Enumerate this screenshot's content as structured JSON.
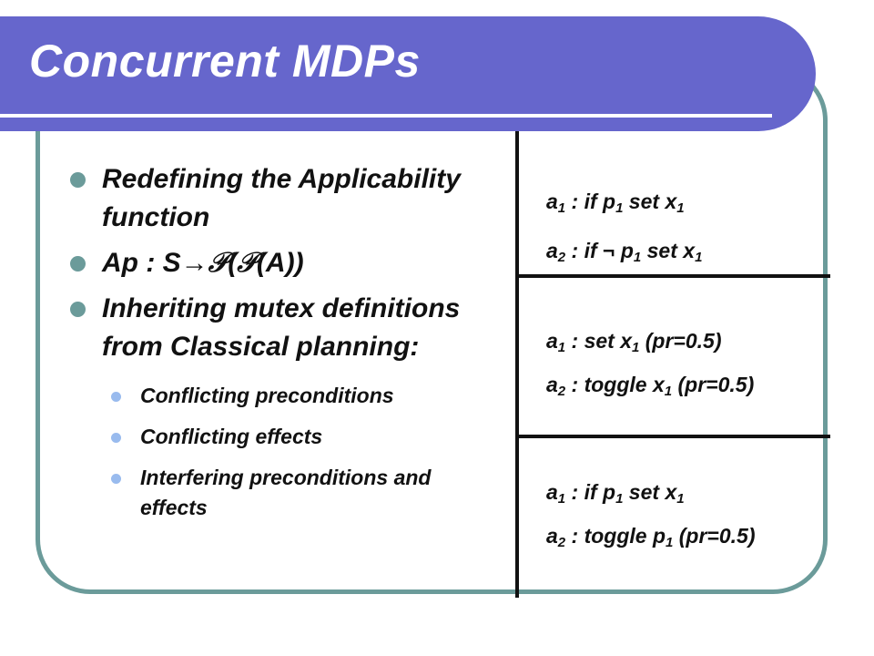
{
  "slide": {
    "title": "Concurrent MDPs",
    "bullets": [
      {
        "text_line1": "Redefining the Applicability",
        "text_line2": "function"
      },
      {
        "ap_prefix": "Ap : S",
        "arrow": "→",
        "ap_rest": "𝒫(𝒫(A))"
      },
      {
        "text_line1": "Inheriting mutex definitions",
        "text_line2": "from Classical planning:"
      }
    ],
    "sub_bullets": [
      {
        "text": "Conflicting preconditions"
      },
      {
        "text": "Conflicting effects"
      },
      {
        "text_line1": "Interfering preconditions and",
        "text_line2": "effects"
      }
    ]
  },
  "table": {
    "rows": [
      {
        "l1": {
          "a": "a",
          "an": "1",
          "txt": " : if p",
          "pn": "1",
          "rest": " set x",
          "xn": "1",
          "tail": ""
        },
        "l2": {
          "a": "a",
          "an": "2",
          "txt": " : if  ¬ p",
          "pn": "1",
          "rest": " set x",
          "xn": "1",
          "tail": ""
        }
      },
      {
        "l1": {
          "a": "a",
          "an": "1",
          "txt": " : set x",
          "pn": "1",
          "rest": " (pr=0.5)",
          "xn": "",
          "tail": ""
        },
        "l2": {
          "a": "a",
          "an": "2",
          "txt": " : toggle x",
          "pn": "1",
          "rest": " (pr=0.5)",
          "xn": "",
          "tail": ""
        }
      },
      {
        "l1": {
          "a": "a",
          "an": "1",
          "txt": " : if p",
          "pn": "1",
          "rest": " set x",
          "xn": "1",
          "tail": ""
        },
        "l2": {
          "a": "a",
          "an": "2",
          "txt": " : toggle p",
          "pn": "1",
          "rest": " (pr=0.5)",
          "xn": "",
          "tail": ""
        }
      }
    ]
  },
  "colors": {
    "banner": "#6666cc",
    "frame": "#6b9b9a",
    "bullet": "#6b9b9a",
    "sub_bullet": "#99bbee"
  }
}
